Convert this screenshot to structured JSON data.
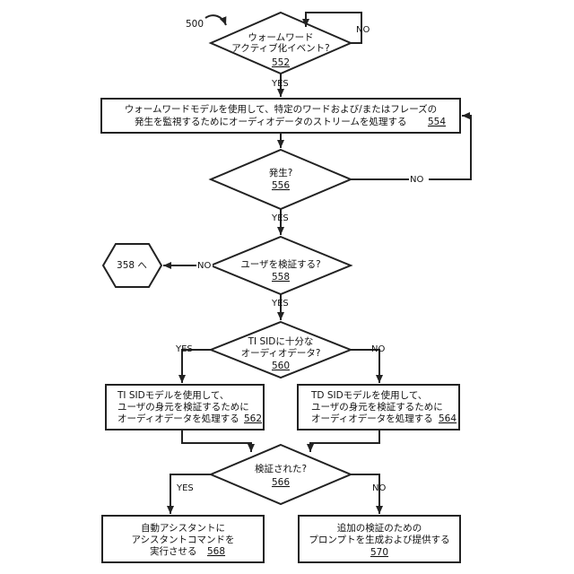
{
  "figure_number": "500",
  "nodes": {
    "n552": {
      "lines": [
        "ウォームワード",
        "アクティブ化イベント?"
      ],
      "ref": "552"
    },
    "n554": {
      "lines": [
        "ウォームワードモデルを使用して、特定のワードおよび/またはフレーズの",
        "発生を監視するためにオーディオデータのストリームを処理する"
      ],
      "ref": "554"
    },
    "n556": {
      "lines": [
        "発生?"
      ],
      "ref": "556"
    },
    "n558": {
      "lines": [
        "ユーザを検証する?"
      ],
      "ref": "558"
    },
    "n358": {
      "text": "358 へ"
    },
    "n560": {
      "lines": [
        "TI SIDに十分な",
        "オーディオデータ?"
      ],
      "ref": "560"
    },
    "n562": {
      "lines": [
        "TI SIDモデルを使用して、",
        "ユーザの身元を検証するために",
        "オーディオデータを処理する"
      ],
      "ref": "562"
    },
    "n564": {
      "lines": [
        "TD SIDモデルを使用して、",
        "ユーザの身元を検証するために",
        "オーディオデータを処理する"
      ],
      "ref": "564"
    },
    "n566": {
      "lines": [
        "検証された?"
      ],
      "ref": "566"
    },
    "n568": {
      "lines": [
        "自動アシスタントに",
        "アシスタントコマンドを",
        "実行させる"
      ],
      "ref": "568"
    },
    "n570": {
      "lines": [
        "追加の検証のための",
        "プロンプトを生成および提供する"
      ],
      "ref": "570"
    }
  },
  "edge_labels": {
    "no_552": "NO",
    "yes_552": "YES",
    "no_556": "NO",
    "yes_556": "YES",
    "no_558": "NO",
    "yes_558": "YES",
    "yes_560": "YES",
    "no_560": "NO",
    "yes_566": "YES",
    "no_566": "NO"
  }
}
